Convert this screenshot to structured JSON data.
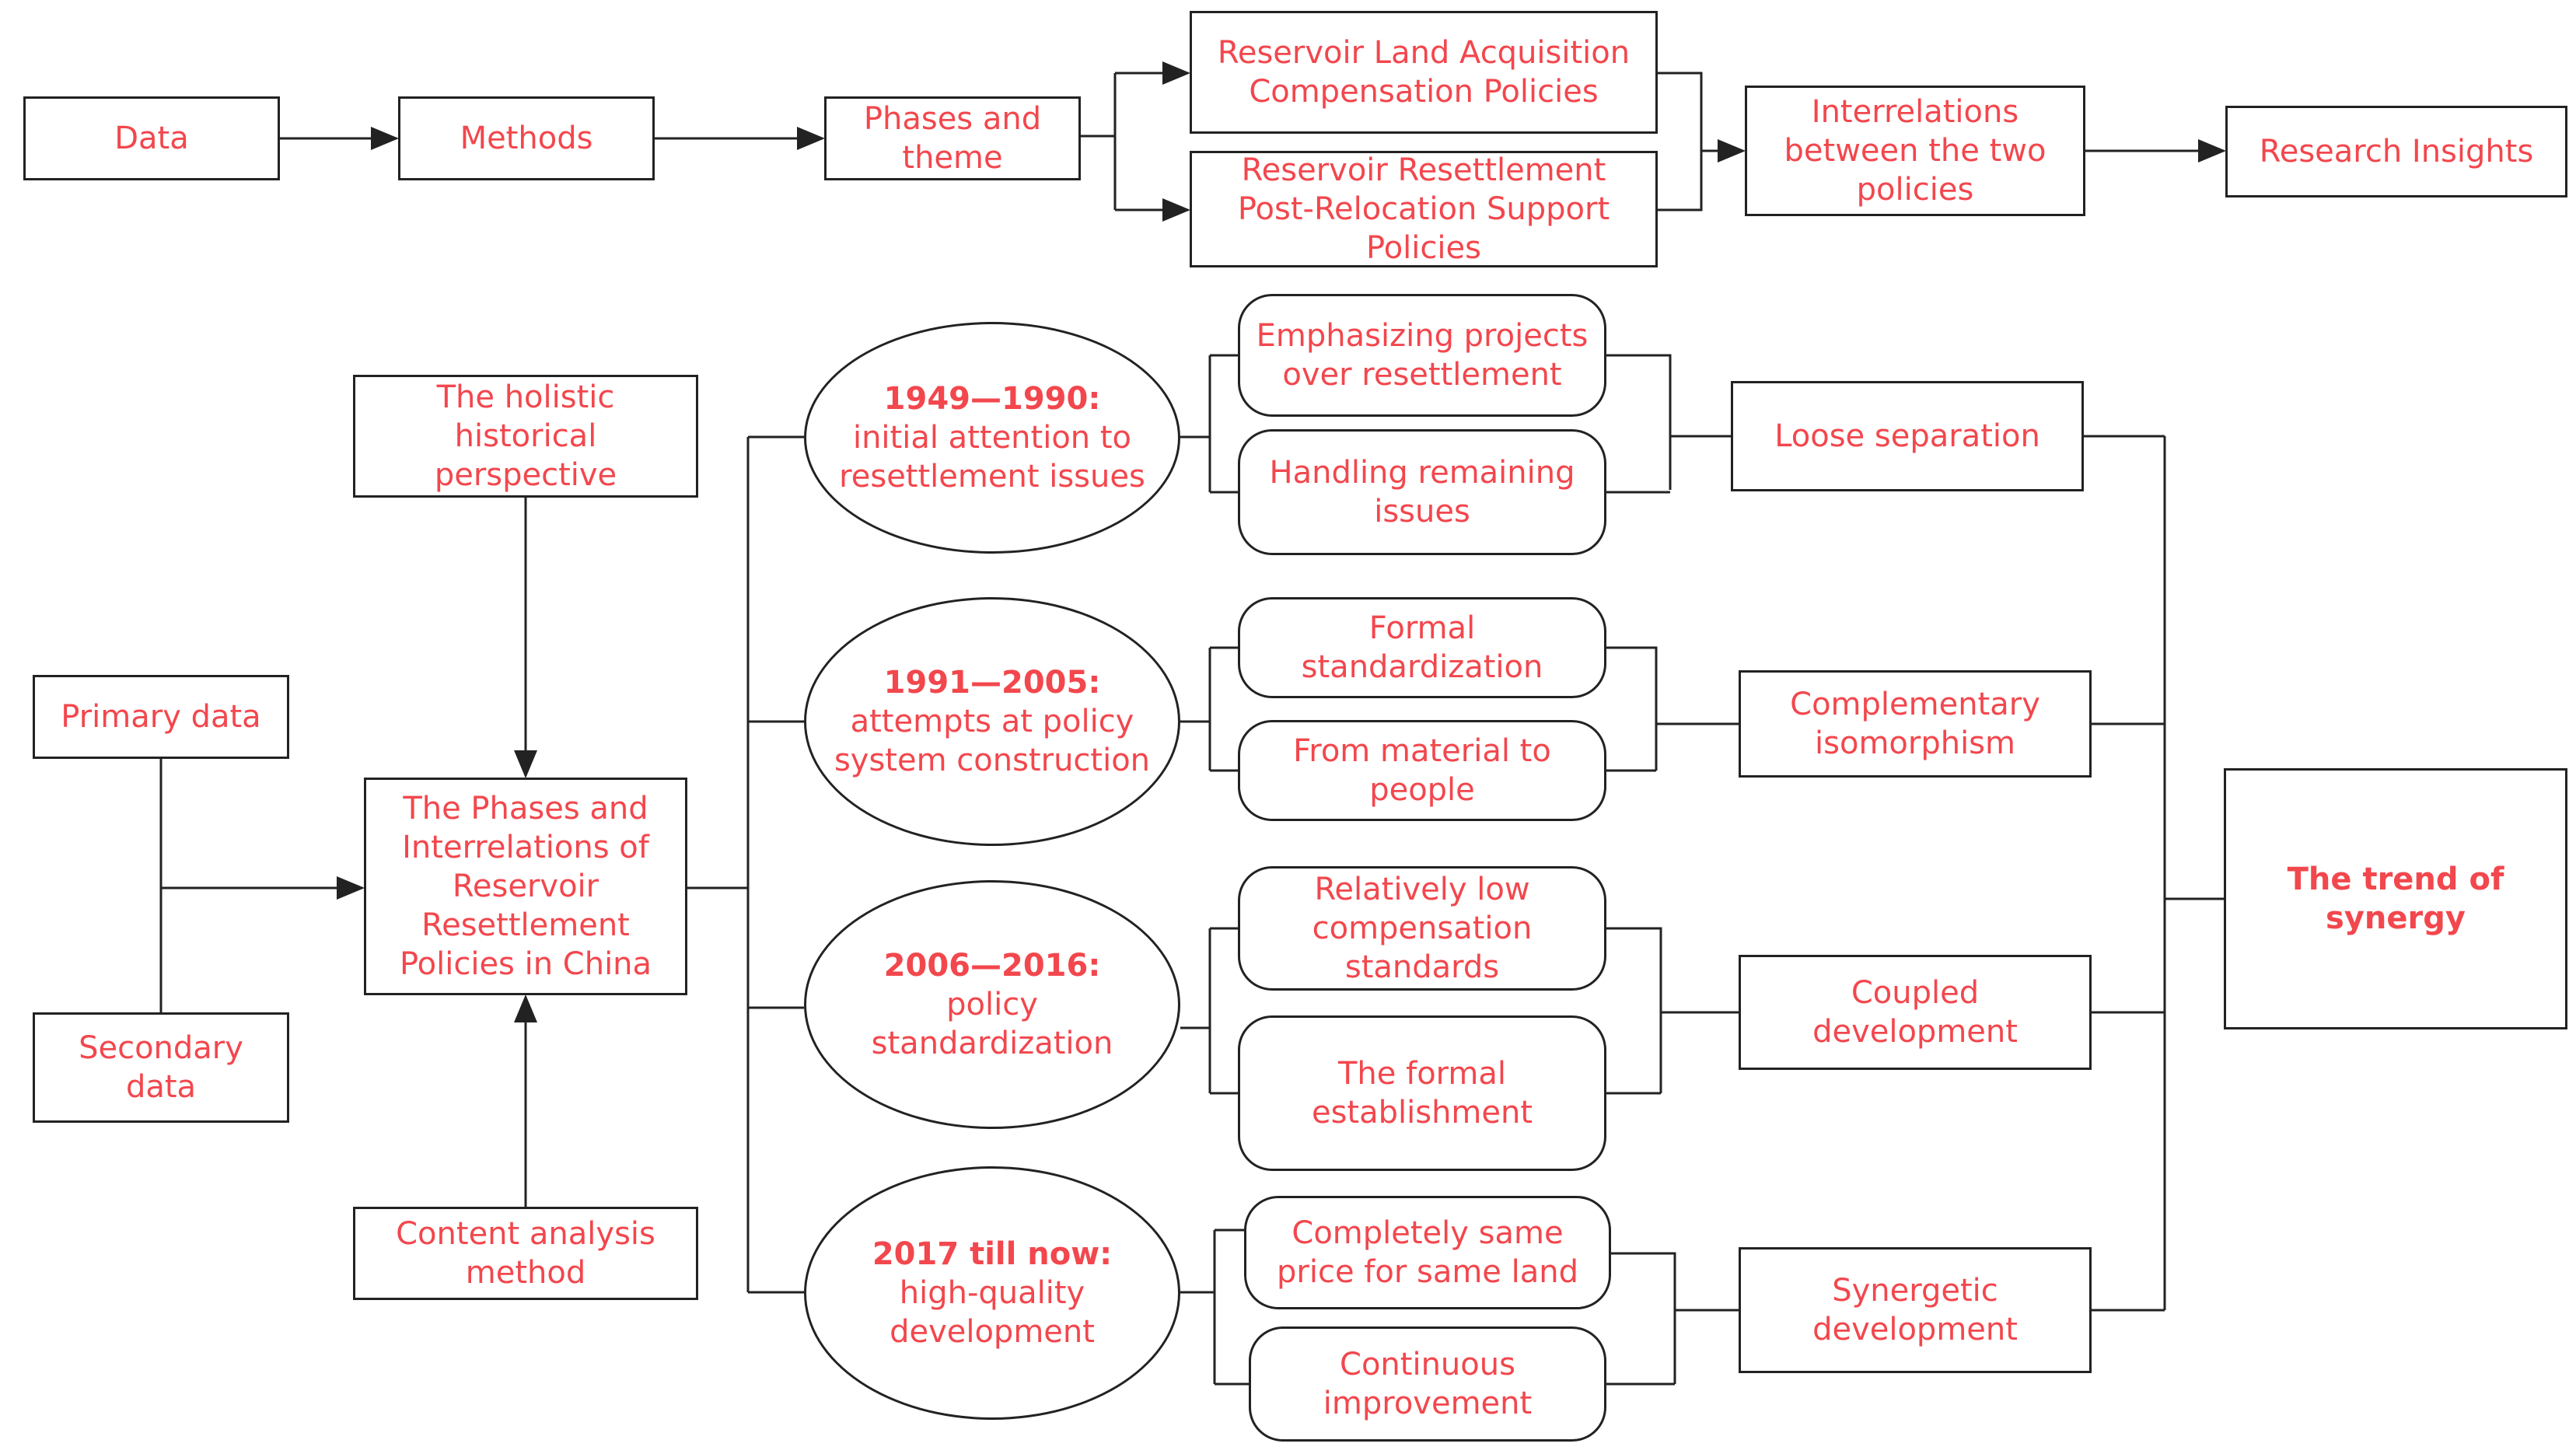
{
  "colors": {
    "text": "#f2474d",
    "line": "#222222"
  },
  "pipeline": {
    "data": "Data",
    "methods": "Methods",
    "phases_theme": "Phases and\ntheme",
    "land_policy": "Reservoir Land Acquisition\nCompensation Policies",
    "support_policy": "Reservoir Resettlement\nPost-Relocation Support\nPolicies",
    "interrelations": "Interrelations\nbetween the two\npolicies",
    "insights": "Research Insights"
  },
  "framework": {
    "historical": "The holistic\nhistorical\nperspective",
    "primary": "Primary data",
    "secondary": "Secondary\ndata",
    "center": "The Phases and\nInterrelations of\nReservoir\nResettlement\nPolicies in China",
    "content_analysis": "Content analysis\nmethod"
  },
  "phases": [
    {
      "title": "1949—1990:",
      "subtitle": "initial attention to\nresettlement issues"
    },
    {
      "title": "1991—2005:",
      "subtitle": "attempts at policy\nsystem construction"
    },
    {
      "title": "2006—2016:",
      "subtitle": "policy\nstandardization"
    },
    {
      "title": "2017 till now:",
      "subtitle": "high-quality\ndevelopment"
    }
  ],
  "features": [
    "Emphasizing projects\nover resettlement",
    "Handling remaining\nissues",
    "Formal\nstandardization",
    "From material to\npeople",
    "Relatively low\ncompensation\nstandards",
    "The formal\nestablishment",
    "Completely same\nprice for same land",
    "Continuous\nimprovement"
  ],
  "relations": [
    "Loose separation",
    "Complementary\nisomorphism",
    "Coupled\ndevelopment",
    "Synergetic\ndevelopment"
  ],
  "trend": "The trend of\nsynergy"
}
